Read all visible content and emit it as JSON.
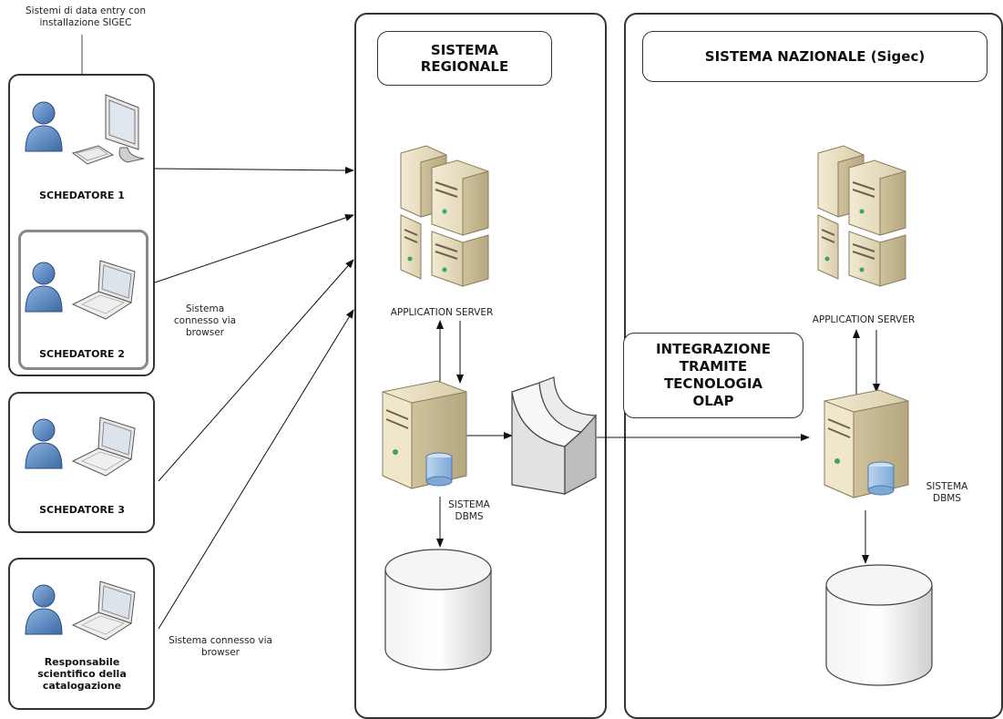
{
  "header_note": "Sistemi di data entry con\ninstallazione SIGEC",
  "users": [
    {
      "label": "SCHEDATORE 1"
    },
    {
      "label": "SCHEDATORE 2"
    },
    {
      "label": "SCHEDATORE 3"
    },
    {
      "label": "Responsabile\nscientifico della\ncatalogazione"
    }
  ],
  "browser_note_1": "Sistema\nconnesso via\nbrowser",
  "browser_note_2": "Sistema connesso via\nbrowser",
  "regional": {
    "title": "SISTEMA\nREGIONALE",
    "app_server_label": "APPLICATION SERVER",
    "dbms_label": "SISTEMA\nDBMS"
  },
  "integration_label": "INTEGRAZIONE\nTRAMITE\nTECNOLOGIA\nOLAP",
  "national": {
    "title": "SISTEMA NAZIONALE (Sigec)",
    "app_server_label": "APPLICATION SERVER",
    "dbms_label": "SISTEMA\nDBMS"
  },
  "icons": [
    "user-icon",
    "desktop-computer-icon",
    "laptop-icon",
    "server-rack-icon",
    "database-server-icon",
    "database-cylinder-icon",
    "olap-cube-icon"
  ]
}
